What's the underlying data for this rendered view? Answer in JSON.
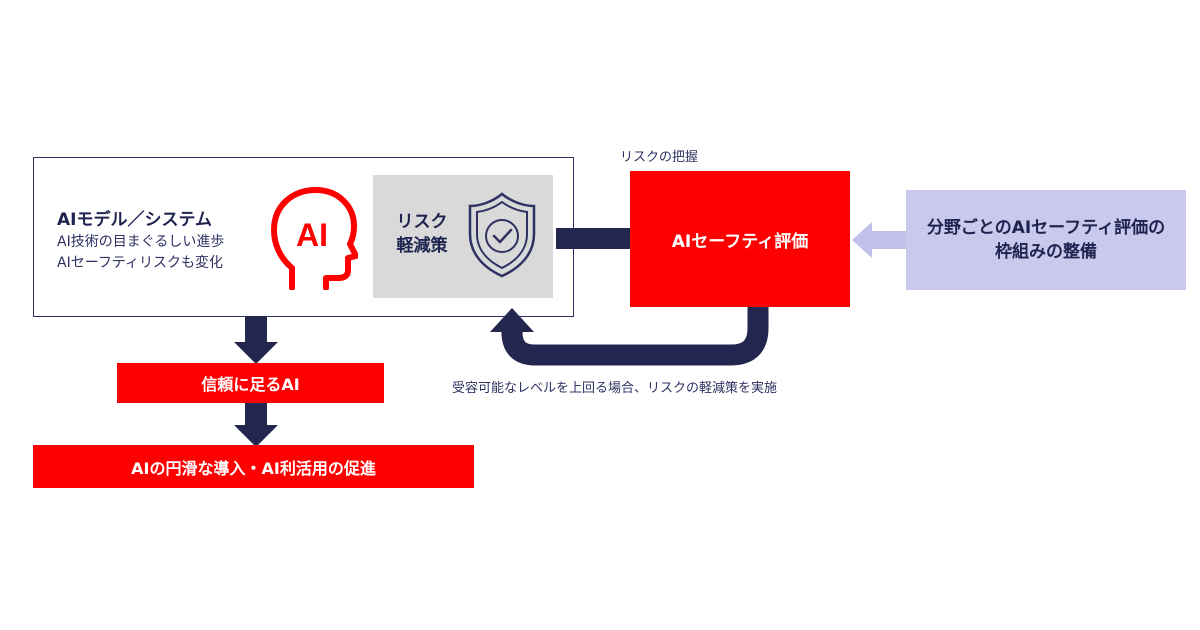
{
  "system": {
    "title": "AIモデル／システム",
    "lines": [
      "AI技術の目まぐるしい進歩",
      "AIセーフティリスクも変化"
    ],
    "ai_icon_text": "AI"
  },
  "mitigation": {
    "label": "リスク\n軽減策"
  },
  "risk_capture": {
    "caption": "リスクの把握"
  },
  "evaluation": {
    "label": "AIセーフティ評価"
  },
  "framework": {
    "label": "分野ごとのAIセーフティ評価の\n枠組みの整備"
  },
  "feedback": {
    "caption": "受容可能なレベルを上回る場合、リスクの軽減策を実施"
  },
  "outcomes": {
    "trust": "信頼に足るAI",
    "adoption": "AIの円滑な導入・AI利活用の促進"
  },
  "colors": {
    "navy": "#23264f",
    "red": "#ff0000",
    "gray": "#d9d9d9",
    "lavender": "#c9c9ee",
    "lavender_arrow": "#c0c0ea"
  },
  "icons": [
    "ai-head-icon",
    "shield-check-icon",
    "down-arrow-icon",
    "left-arrow-icon",
    "feedback-arrow-icon"
  ]
}
